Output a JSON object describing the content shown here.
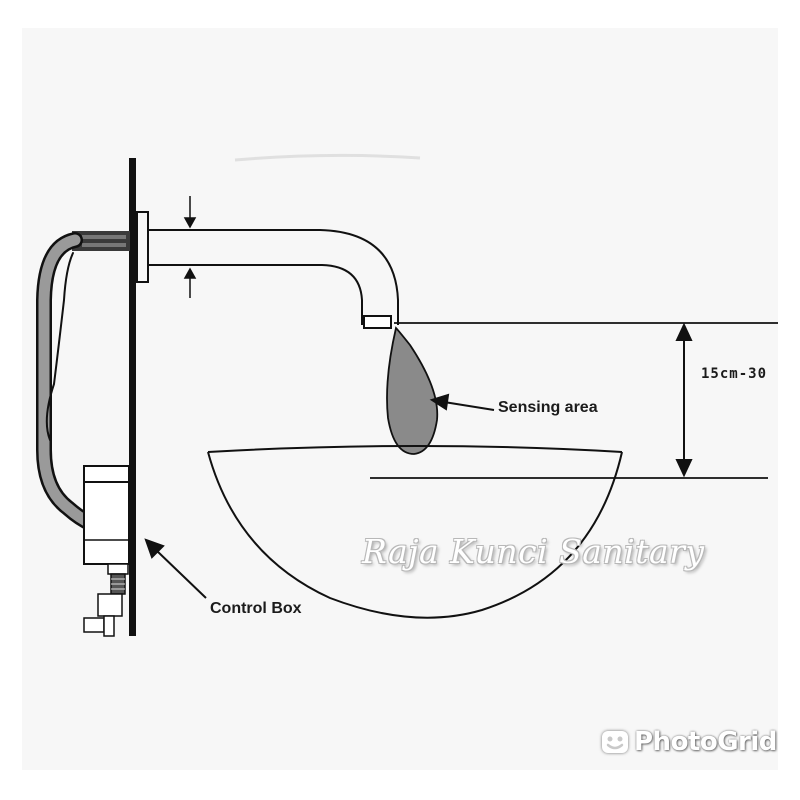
{
  "diagram": {
    "labels": {
      "sensing_area": "Sensing area",
      "control_box": "Control Box",
      "distance": "15cm-30"
    },
    "icons": [
      "wall",
      "faucet-spout",
      "control-box",
      "water-drop",
      "basin",
      "dimension-arrow",
      "pointer-arrow"
    ]
  },
  "overlay": {
    "watermark": "Raja Kunci Sanitary",
    "brand": {
      "icon": "photogrid-logo-icon",
      "name": "PhotoGrid"
    }
  },
  "colors": {
    "line": "#111111",
    "drop_fill": "#8a8a8a",
    "background": "#f7f7f7"
  }
}
